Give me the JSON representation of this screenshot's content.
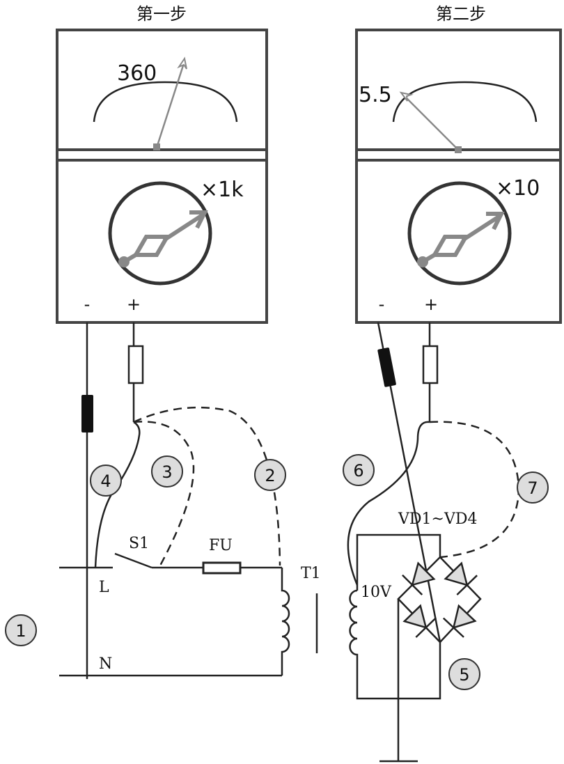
{
  "step1": {
    "title": "第一步",
    "reading": "360",
    "range": "×1k",
    "minus": "-",
    "plus": "+"
  },
  "step2": {
    "title": "第二步",
    "reading": "5.5",
    "range": "×10",
    "minus": "-",
    "plus": "+"
  },
  "labels": {
    "L": "L",
    "N": "N",
    "S1": "S1",
    "FU": "FU",
    "T1": "T1",
    "VD": "VD1~VD4",
    "V10": "10V"
  },
  "markers": [
    "1",
    "2",
    "3",
    "4",
    "5",
    "6",
    "7"
  ]
}
